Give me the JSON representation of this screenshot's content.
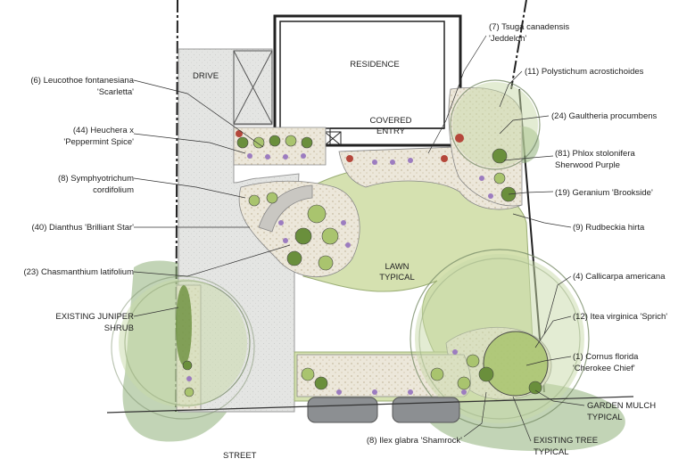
{
  "areas": {
    "drive": "DRIVE",
    "residence": "RESIDENCE",
    "covered_entry": [
      "COVERED",
      "ENTRY"
    ],
    "lawn": [
      "LAWN",
      "TYPICAL"
    ],
    "street": "STREET"
  },
  "labels": {
    "leucothoe": [
      "(6) Leucothoe fontanesiana",
      "'Scarletta'"
    ],
    "heuchera": [
      "(44) Heuchera x",
      "'Peppermint Spice'"
    ],
    "symphyotrichum": [
      "(8) Symphyotrichum",
      "cordifolium"
    ],
    "dianthus": "(40) Dianthus 'Brilliant Star'",
    "chasmanthium": "(23) Chasmanthium latifolium",
    "juniper": [
      "EXISTING JUNIPER",
      "SHRUB"
    ],
    "tsuga": [
      "(7) Tsuga canadensis",
      "'Jeddeloh'"
    ],
    "polystichum": "(11) Polystichum acrostichoides",
    "gaultheria": "(24) Gaultheria procumbens",
    "phlox": [
      "(81) Phlox stolonifera",
      "Sherwood Purple"
    ],
    "geranium": "(19) Geranium 'Brookside'",
    "rudbeckia": "(9) Rudbeckia hirta",
    "callicarpa": "(4) Callicarpa americana",
    "itea": "(12) Itea virginica 'Sprich'",
    "cornus": [
      "(1) Cornus florida",
      "'Cherokee Chief'"
    ],
    "mulch": [
      "GARDEN MULCH",
      "TYPICAL"
    ],
    "ilex": "(8) Ilex glabra 'Shamrock'",
    "existing_tree": [
      "EXISTING TREE",
      "TYPICAL"
    ]
  },
  "colors": {
    "lawn": "#d5e1b0",
    "drive": "#e2e3e1",
    "bed": "#ebe6d9",
    "shadow": "#8fb07a",
    "shrub_dark": "#6a8f3c",
    "shrub_light": "#a9c46e",
    "flower_purple": "#9c7cc0",
    "flower_red": "#b5473b",
    "car": "#8c8f92"
  }
}
